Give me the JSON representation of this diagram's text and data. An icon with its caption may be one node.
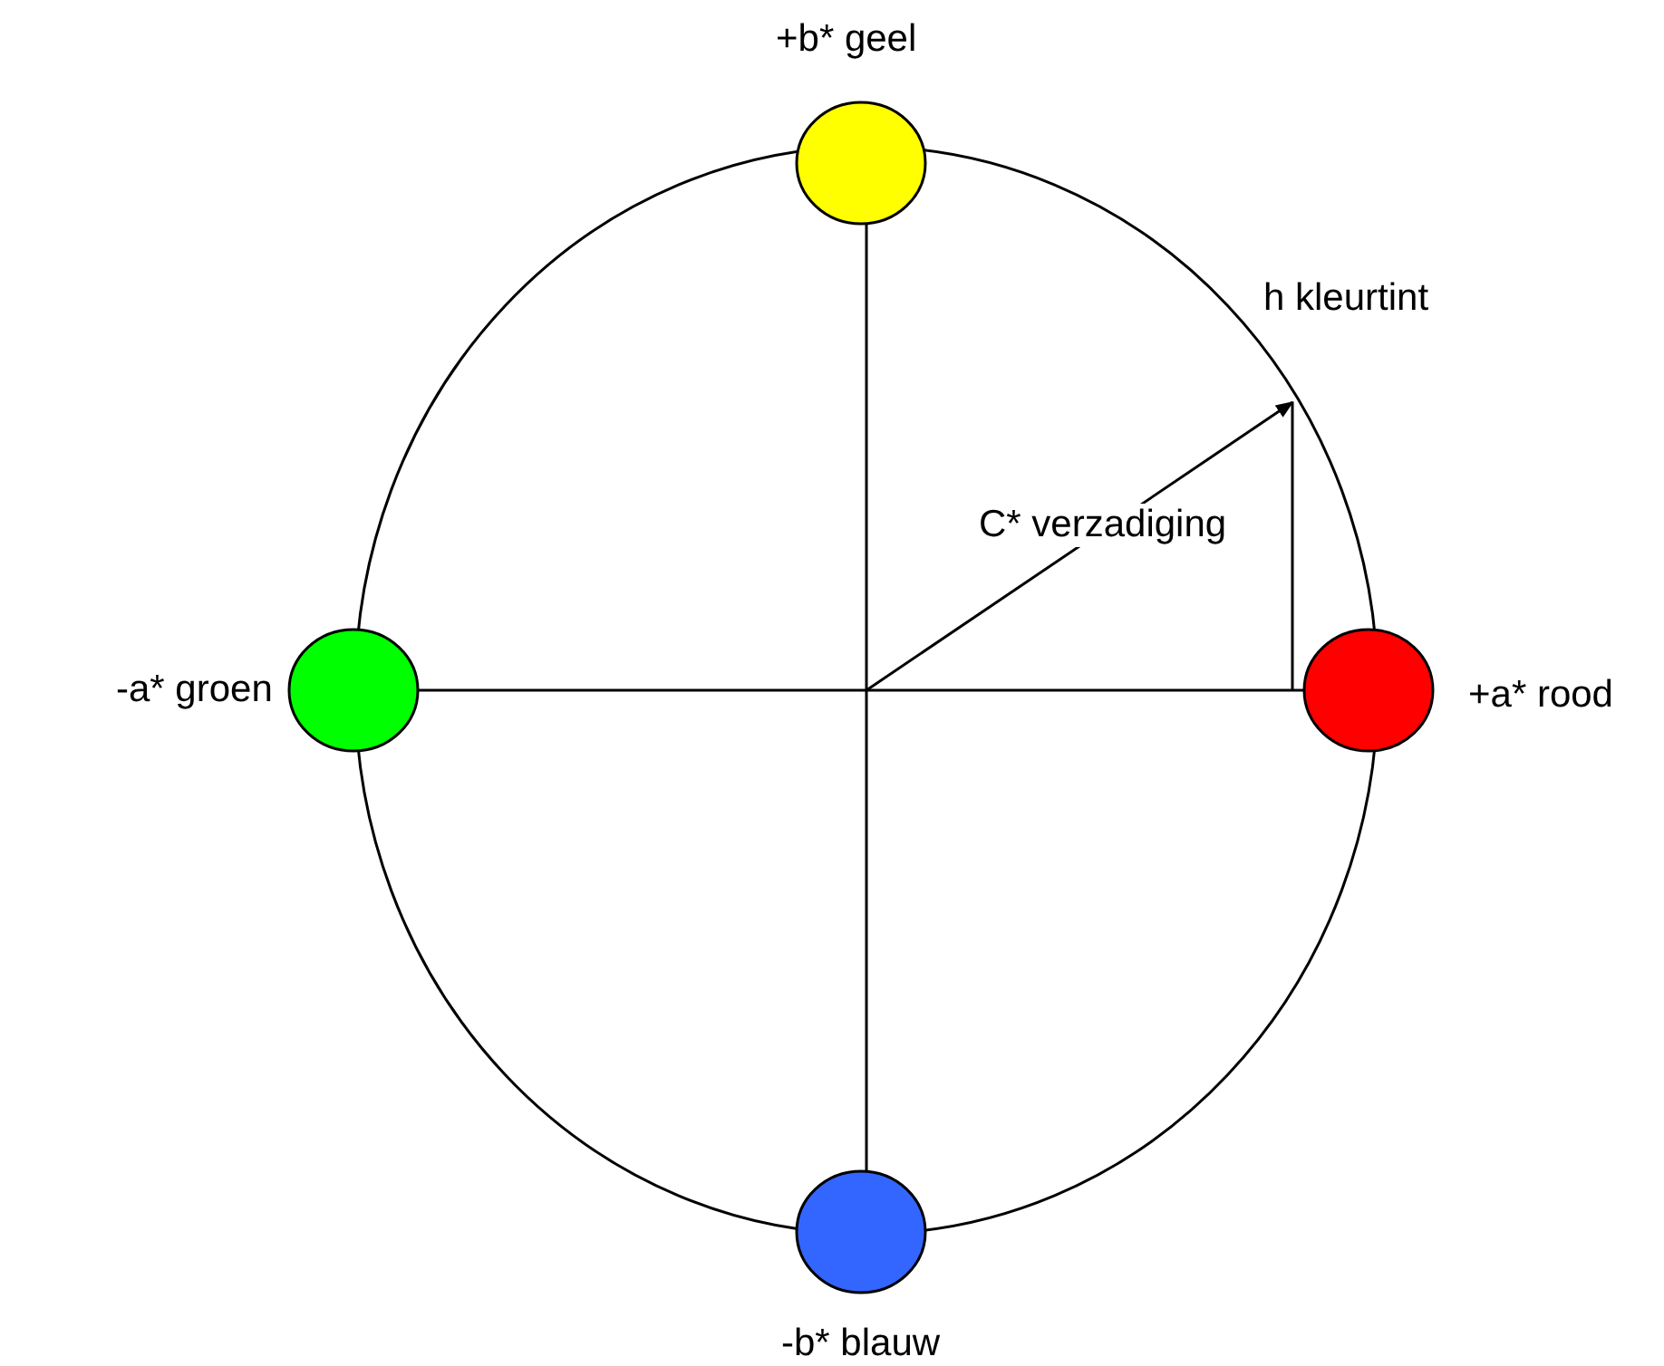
{
  "diagram": {
    "nodes": [
      {
        "text": [
          "+b* geel"
        ]
      },
      {
        "text": [
          "-a* groen"
        ]
      },
      {
        "text": [
          "+a* rood"
        ]
      },
      {
        "text": [
          "-b* blauw"
        ]
      }
    ],
    "edges": [
      {
        "from": 0,
        "to": 3,
        "arrow": "none"
      },
      {
        "from": 1,
        "to": 2,
        "arrow": "none"
      }
    ],
    "labels": [
      "h kleurtint",
      "C* verzadiging"
    ]
  }
}
